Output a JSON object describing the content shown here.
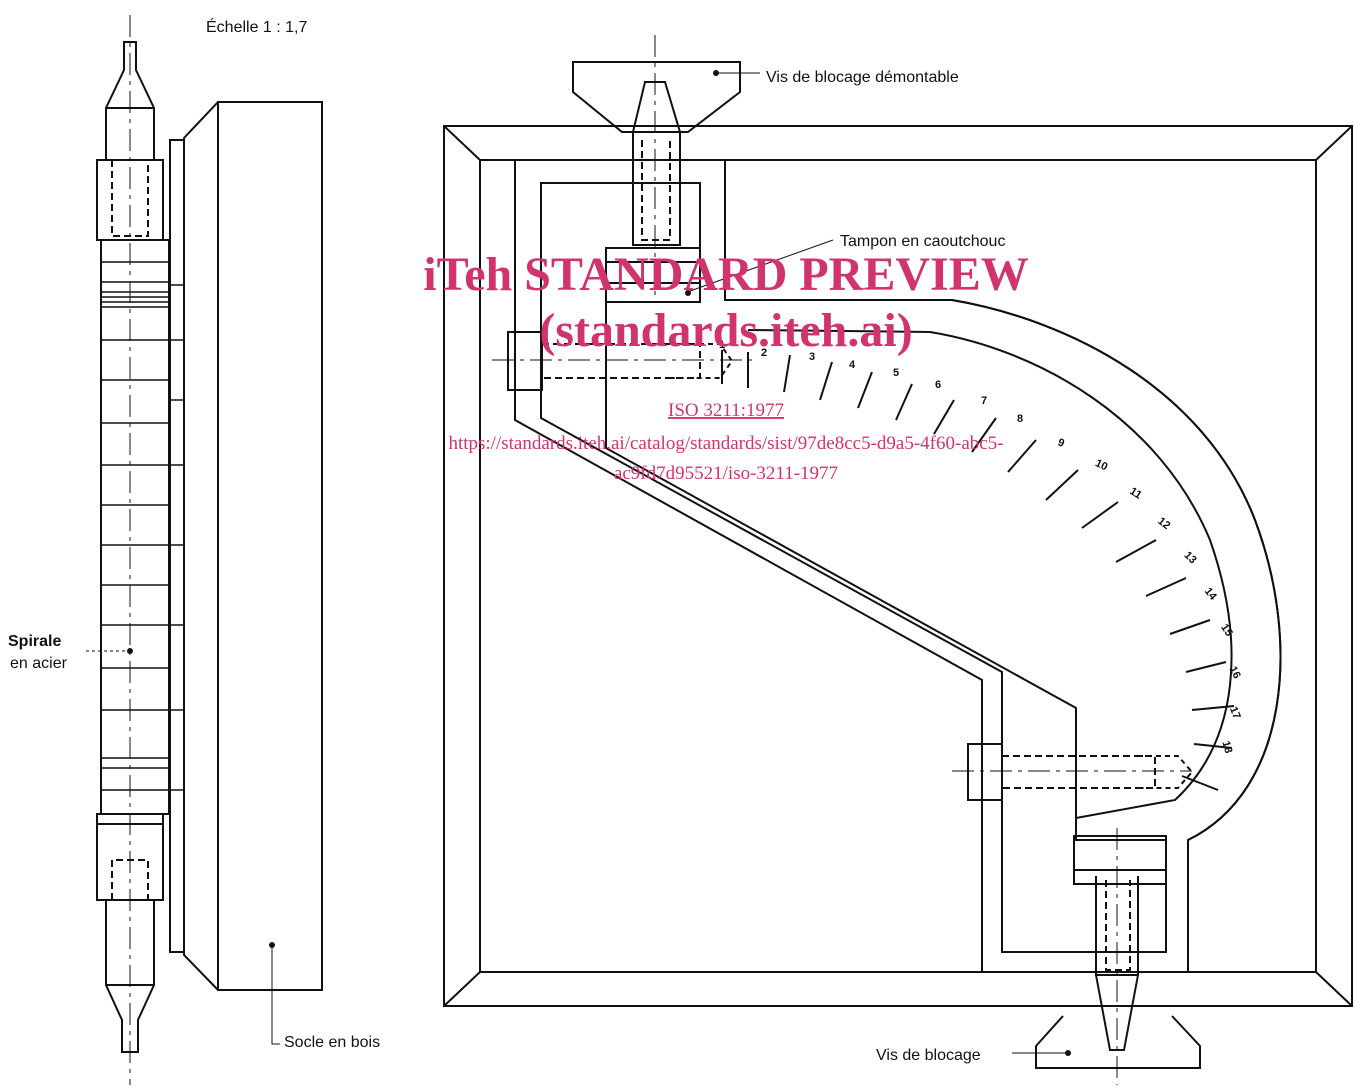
{
  "labels": {
    "scale": "Échelle 1 : 1,7",
    "spiral_line1": "Spirale",
    "spiral_line2": "en acier",
    "wood_base": "Socle en bois",
    "removable_screw": "Vis de blocage démontable",
    "rubber_pad": "Tampon en caoutchouc",
    "locking_screw": "Vis de blocage"
  },
  "graduations": [
    "1",
    "2",
    "3",
    "4",
    "5",
    "6",
    "7",
    "8",
    "9",
    "10",
    "11",
    "12",
    "13",
    "14",
    "15",
    "16",
    "17",
    "18"
  ],
  "watermark": {
    "title": "iTeh STANDARD PREVIEW",
    "subtitle": "(standards.iteh.ai)",
    "doc_id": "ISO 3211:1977",
    "url_line1": "https://standards.iteh.ai/catalog/standards/sist/97de8cc5-d9a5-4f60-abc5-",
    "url_line2": "ac9fd7d95521/iso-3211-1977"
  },
  "colors": {
    "line": "#111111",
    "watermark": "#d1346c"
  }
}
